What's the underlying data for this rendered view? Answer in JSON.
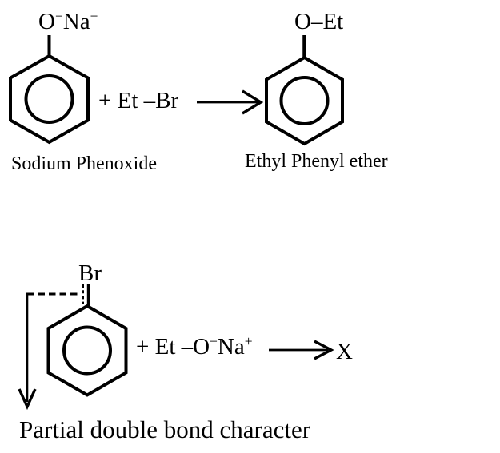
{
  "colors": {
    "ink": "#000000",
    "background": "#ffffff"
  },
  "reaction1": {
    "reactant": {
      "substituent_atom": "O",
      "substituent_charge": "−",
      "counterion": "Na",
      "counterion_charge": "+",
      "name": "Sodium Phenoxide"
    },
    "reagent": "+ Et –Br",
    "product": {
      "substituent": "O–Et",
      "name": "Ethyl Phenyl ether"
    }
  },
  "reaction2": {
    "reactant": {
      "substituent": "Br"
    },
    "reagent_prefix": "+ Et –O",
    "reagent_charge": "−",
    "reagent_counterion": "Na",
    "reagent_counterion_charge": "+",
    "product": "X",
    "caption": "Partial double bond character"
  }
}
